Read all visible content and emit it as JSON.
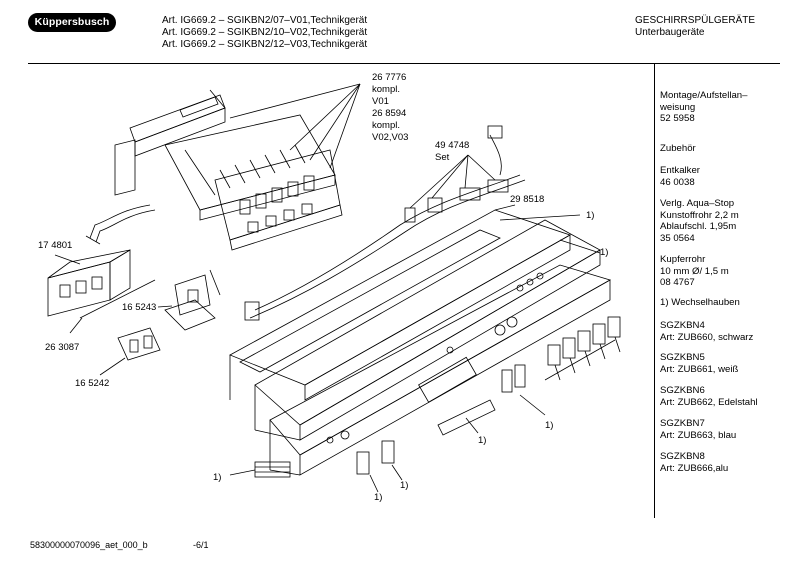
{
  "header": {
    "brand": "Küppersbusch",
    "article_lines": [
      "Art. IG669.2 – SGIKBN2/07–V01,Technikgerät",
      "Art. IG669.2 – SGIKBN2/10–V02,Technikgerät",
      "Art. IG669.2 – SGIKBN2/12–V03,Technikgerät"
    ],
    "category": "GESCHIRRSPÜLGERÄTE",
    "subcategory": "Unterbaugeräte"
  },
  "part_labels": {
    "p1": [
      "26 7776",
      "kompl.",
      "V01",
      "26 8594",
      "kompl.",
      "V02,V03"
    ],
    "p2": [
      "49 4748",
      "Set"
    ],
    "p3": "29 8518",
    "p4": "17 4801",
    "p5": "16 5243",
    "p6": "26 3087",
    "p7": "16 5242",
    "note_ref": "1)"
  },
  "sidebar": {
    "entries": [
      [
        "Montage/Aufstellan–",
        "weisung",
        "52 5958"
      ],
      [
        "Zubehör"
      ],
      [
        "Entkalker",
        "46 0038"
      ],
      [
        "Verlg. Aqua–Stop",
        "Kunstoffrohr 2,2 m",
        "Ablaufschl. 1,95m",
        "35 0564"
      ],
      [
        "Kupferrohr",
        "10 mm Ø/ 1,5 m",
        "08 4767"
      ],
      [
        "1) Wechselhauben"
      ],
      [
        "SGZKBN4",
        "Art: ZUB660, schwarz"
      ],
      [
        "SGZKBN5",
        "Art: ZUB661, weiß"
      ],
      [
        "SGZKBN6",
        "Art: ZUB662, Edelstahl"
      ],
      [
        "SGZKBN7",
        "Art: ZUB663, blau"
      ],
      [
        "SGZKBN8",
        "Art: ZUB666,alu"
      ]
    ]
  },
  "footer": {
    "doc_id": "58300000070096_aet_000_b",
    "page": "-6/1"
  }
}
